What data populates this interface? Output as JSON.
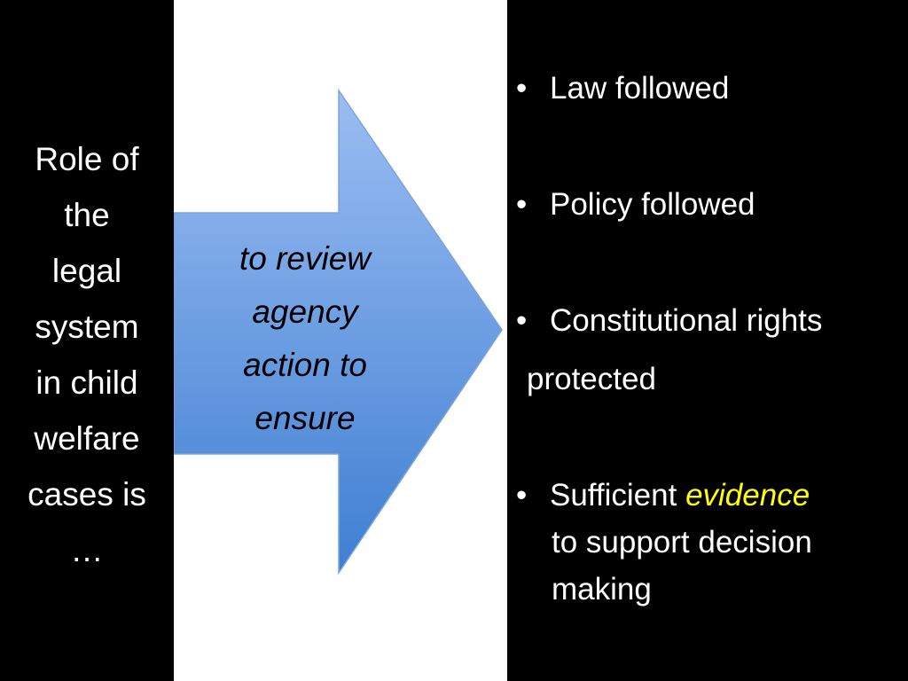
{
  "left": {
    "lines": [
      "Role of",
      "the",
      "legal",
      "system",
      "in child",
      "welfare",
      "cases is",
      "…"
    ]
  },
  "arrow": {
    "lines": [
      "to review",
      "agency",
      "action to",
      "ensure"
    ]
  },
  "bullets": {
    "b1": "Law followed",
    "b2": "Policy followed",
    "b3": "Constitutional rights",
    "b3_cont": "protected",
    "b4_prefix": "Sufficient ",
    "b4_highlight": "evidence",
    "b4_line2": "to support decision",
    "b4_line3": "making",
    "glyph": "•"
  },
  "colors": {
    "background_left": "#000000",
    "background_right": "#000000",
    "highlight": "#ffff00",
    "arrow_top": "#9bbdf2",
    "arrow_bottom": "#3f7fd2"
  }
}
